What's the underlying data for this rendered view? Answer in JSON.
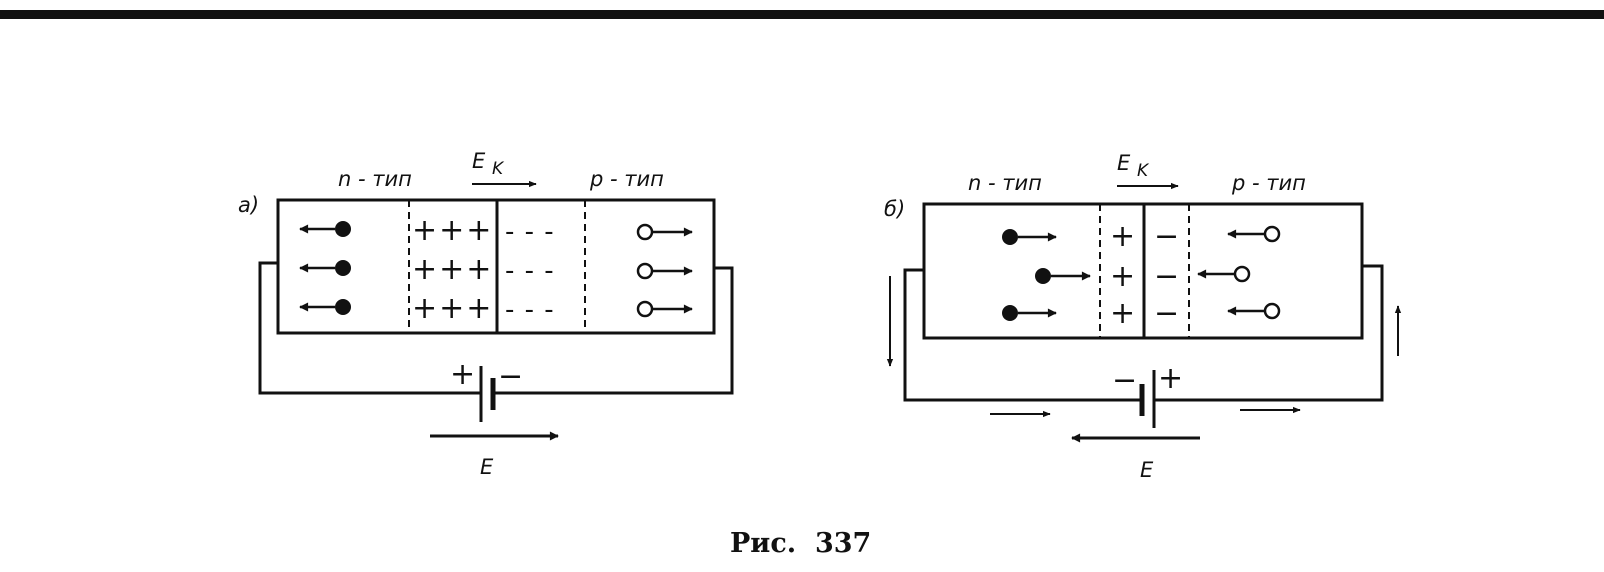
{
  "diagram_a": {
    "tag": "а)",
    "n_label": "n - тип",
    "p_label": "p - тип",
    "field_label": "E",
    "field_sub": "K",
    "plus_row": "+++",
    "minus_row": "- - -",
    "battery_plus": "+",
    "battery_minus": "−",
    "external_field": "E"
  },
  "diagram_b": {
    "tag": "б)",
    "n_label": "n - тип",
    "p_label": "p - тип",
    "field_label": "E",
    "field_sub": "K",
    "plus_sign": "+",
    "minus_sign": "−",
    "battery_plus": "+",
    "battery_minus": "−",
    "external_field": "E"
  },
  "caption": "Рис.  337"
}
